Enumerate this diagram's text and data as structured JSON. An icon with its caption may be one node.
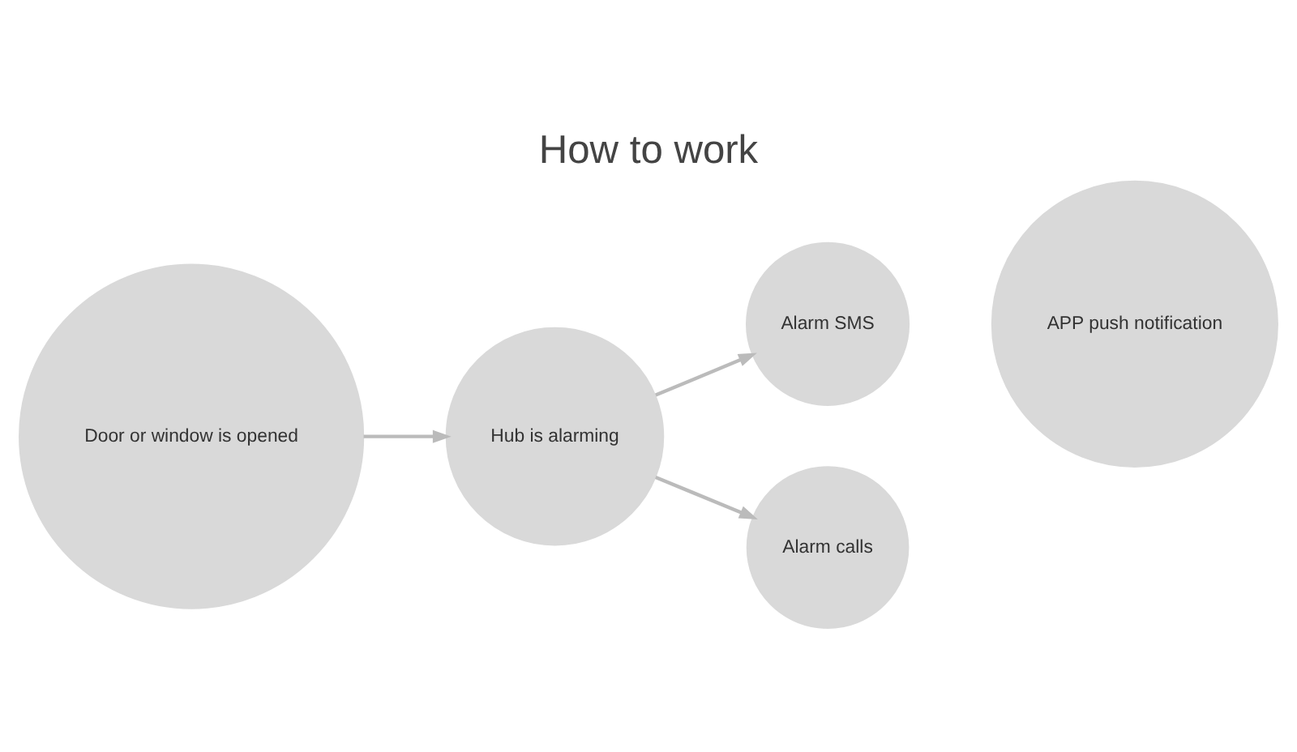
{
  "diagram": {
    "title": "How to work",
    "nodes": [
      {
        "text": [
          "Door or window is opened"
        ]
      },
      {
        "text": [
          "Hub is alarming"
        ]
      },
      {
        "text": [
          "Alarm SMS"
        ]
      },
      {
        "text": [
          "Alarm calls"
        ]
      },
      {
        "text": [
          "APP push notification"
        ]
      }
    ],
    "edges": [
      {
        "from": 0,
        "to": 1,
        "arrow": "to"
      },
      {
        "from": 1,
        "to": 2,
        "arrow": "to"
      },
      {
        "from": 1,
        "to": 3,
        "arrow": "to"
      }
    ]
  }
}
